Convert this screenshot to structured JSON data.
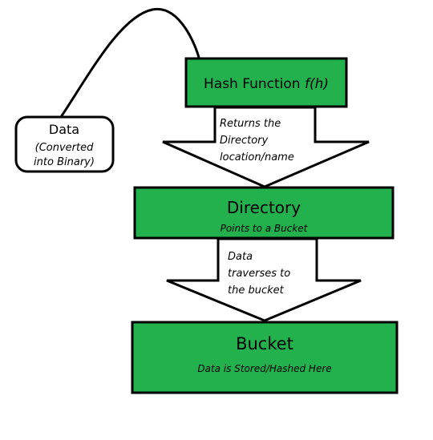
{
  "diagram": {
    "data_node": {
      "title": "Data",
      "subtitle_line1": "(Converted",
      "subtitle_line2": "into Binary)"
    },
    "hash_node": {
      "title": "Hash Function ",
      "formula": "f(h)"
    },
    "arrow_1": {
      "line1": "Returns the",
      "line2": "Directory",
      "line3": "location/name"
    },
    "directory_node": {
      "title": "Directory",
      "subtitle": "Points to a Bucket"
    },
    "arrow_2": {
      "line1": "Data",
      "line2": "traverses to",
      "line3": "the bucket"
    },
    "bucket_node": {
      "title": "Bucket",
      "subtitle": "Data is Stored/Hashed Here"
    },
    "colors": {
      "box_fill": "#22b14c",
      "stroke": "#000000",
      "background": "#ffffff"
    }
  }
}
